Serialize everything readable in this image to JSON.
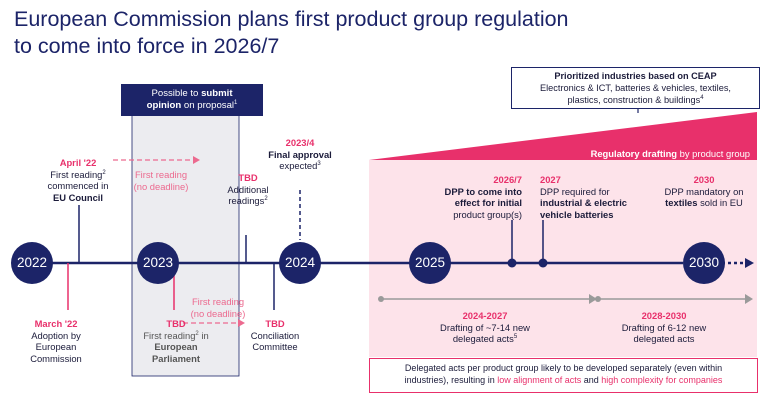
{
  "title": {
    "line1": "European Commission plans first product group regulation",
    "line2": "to come into force in 2026/7"
  },
  "years": [
    "2022",
    "2023",
    "2024",
    "2025",
    "2030"
  ],
  "ceap_box": {
    "heading": "Prioritized industries based on CEAP",
    "line2": "Electronics & ICT, batteries & vehicles, textiles,",
    "line3": "plastics, construction & buildings"
  },
  "reg_drafting": {
    "bold": "Regulatory drafting",
    "rest": " by product group"
  },
  "callout": {
    "pre": "Possible to ",
    "bold1": "submit",
    "bold2": "opinion",
    "post": " on proposal"
  },
  "events": {
    "april22": {
      "date": "April '22",
      "l1": "First reading",
      "l2": "commenced in",
      "l3": "EU Council"
    },
    "first_reading_top": {
      "l1": "First reading",
      "l2": "(no deadline)"
    },
    "tbd_top": {
      "date": "TBD",
      "l1": "Additional",
      "l2": "readings"
    },
    "final": {
      "date": "2023/4",
      "l1": "Final approval",
      "l2": "expected"
    },
    "march22": {
      "date": "March '22",
      "l1": "Adoption by",
      "l2": "European",
      "l3": "Commission"
    },
    "first_reading_bottom": {
      "l1": "First reading",
      "l2": "(no deadline)"
    },
    "tbd_ep": {
      "date": "TBD",
      "l1": "First reading",
      "l2": " in",
      "l3": "European",
      "l4": "Parliament"
    },
    "tbd_cc": {
      "date": "TBD",
      "l1": "Conciliation",
      "l2": "Committee"
    },
    "y2026": {
      "date": "2026/7",
      "l1": "DPP to come into",
      "l2": "effect for initial",
      "l3": "product group(s)"
    },
    "y2027": {
      "date": "2027",
      "l1": "DPP required for",
      "l2": "industrial & electric",
      "l3": "vehicle batteries"
    },
    "y2030": {
      "date": "2030",
      "l1": "DPP mandatory on",
      "l2": "textiles",
      "l3": " sold in EU"
    },
    "r1": {
      "date": "2024-2027",
      "l1": "Drafting of ~7-14 new",
      "l2": "delegated acts"
    },
    "r2": {
      "date": "2028-2030",
      "l1": "Drafting of 6-12 new",
      "l2": "delegated acts"
    }
  },
  "footnote_marks": {
    "n1": "1",
    "n2": "2",
    "n3": "3",
    "n4": "4",
    "n5": "5"
  },
  "bottom_box": {
    "line1": "Delegated acts per product group likely to be developed separately (even within",
    "line2a": "industries), resulting in ",
    "line2b": "low alignment of acts",
    "line2c": " and ",
    "line2d": "high complexity for companies"
  },
  "colors": {
    "navy": "#1c2468",
    "pink": "#e8306b",
    "light_pink": "#fde3ea",
    "gray": "#9a9a9a"
  }
}
